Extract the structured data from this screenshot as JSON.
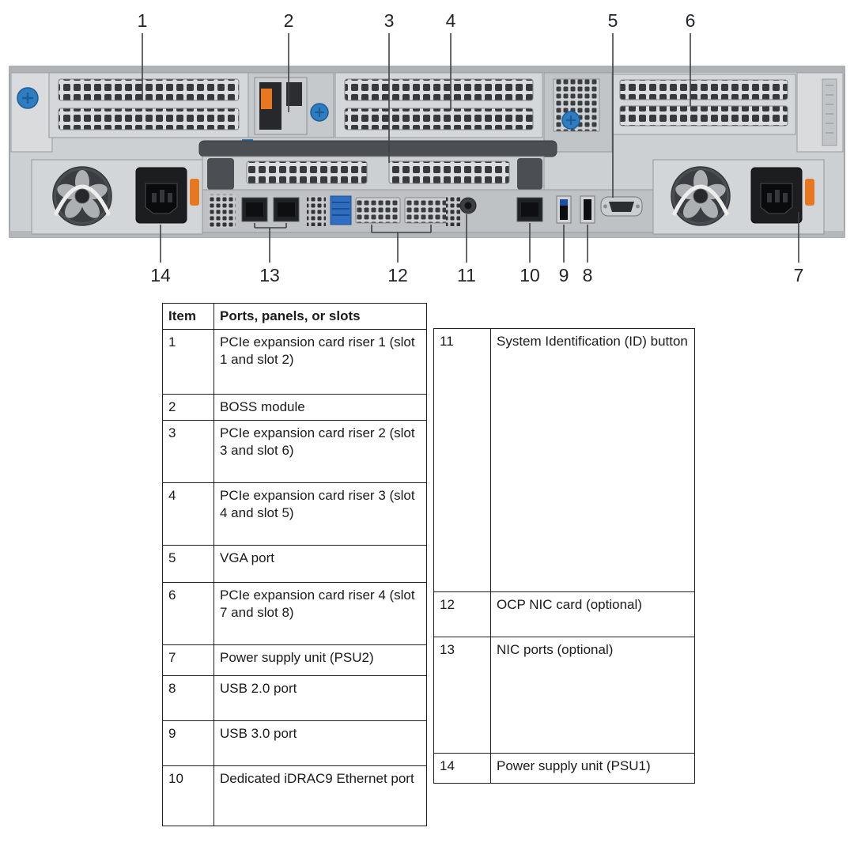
{
  "callouts": {
    "top": [
      "1",
      "2",
      "3",
      "4",
      "5",
      "6"
    ],
    "bottom": [
      "14",
      "13",
      "12",
      "11",
      "10",
      "9",
      "8",
      "7"
    ]
  },
  "table_left": {
    "header": {
      "item": "Item",
      "desc": "Ports, panels, or slots"
    },
    "rows": [
      {
        "item": "1",
        "desc": "PCIe expansion card riser 1 (slot 1 and slot 2)"
      },
      {
        "item": "2",
        "desc": "BOSS module"
      },
      {
        "item": "3",
        "desc": "PCIe expansion card riser 2 (slot 3 and slot 6)"
      },
      {
        "item": "4",
        "desc": "PCIe expansion card riser 3 (slot 4 and slot 5)"
      },
      {
        "item": "5",
        "desc": "VGA port"
      },
      {
        "item": "6",
        "desc": "PCIe expansion card riser 4 (slot 7 and slot 8)"
      },
      {
        "item": "7",
        "desc": "Power supply unit (PSU2)"
      },
      {
        "item": "8",
        "desc": "USB 2.0 port"
      },
      {
        "item": "9",
        "desc": "USB 3.0 port"
      },
      {
        "item": "10",
        "desc": "Dedicated iDRAC9 Ethernet port"
      }
    ]
  },
  "table_right": {
    "rows": [
      {
        "item": "11",
        "desc": "System Identification (ID) button"
      },
      {
        "item": "12",
        "desc": "OCP NIC card (optional)"
      },
      {
        "item": "13",
        "desc": "NIC ports (optional)"
      },
      {
        "item": "14",
        "desc": "Power supply unit (PSU1)"
      }
    ]
  }
}
